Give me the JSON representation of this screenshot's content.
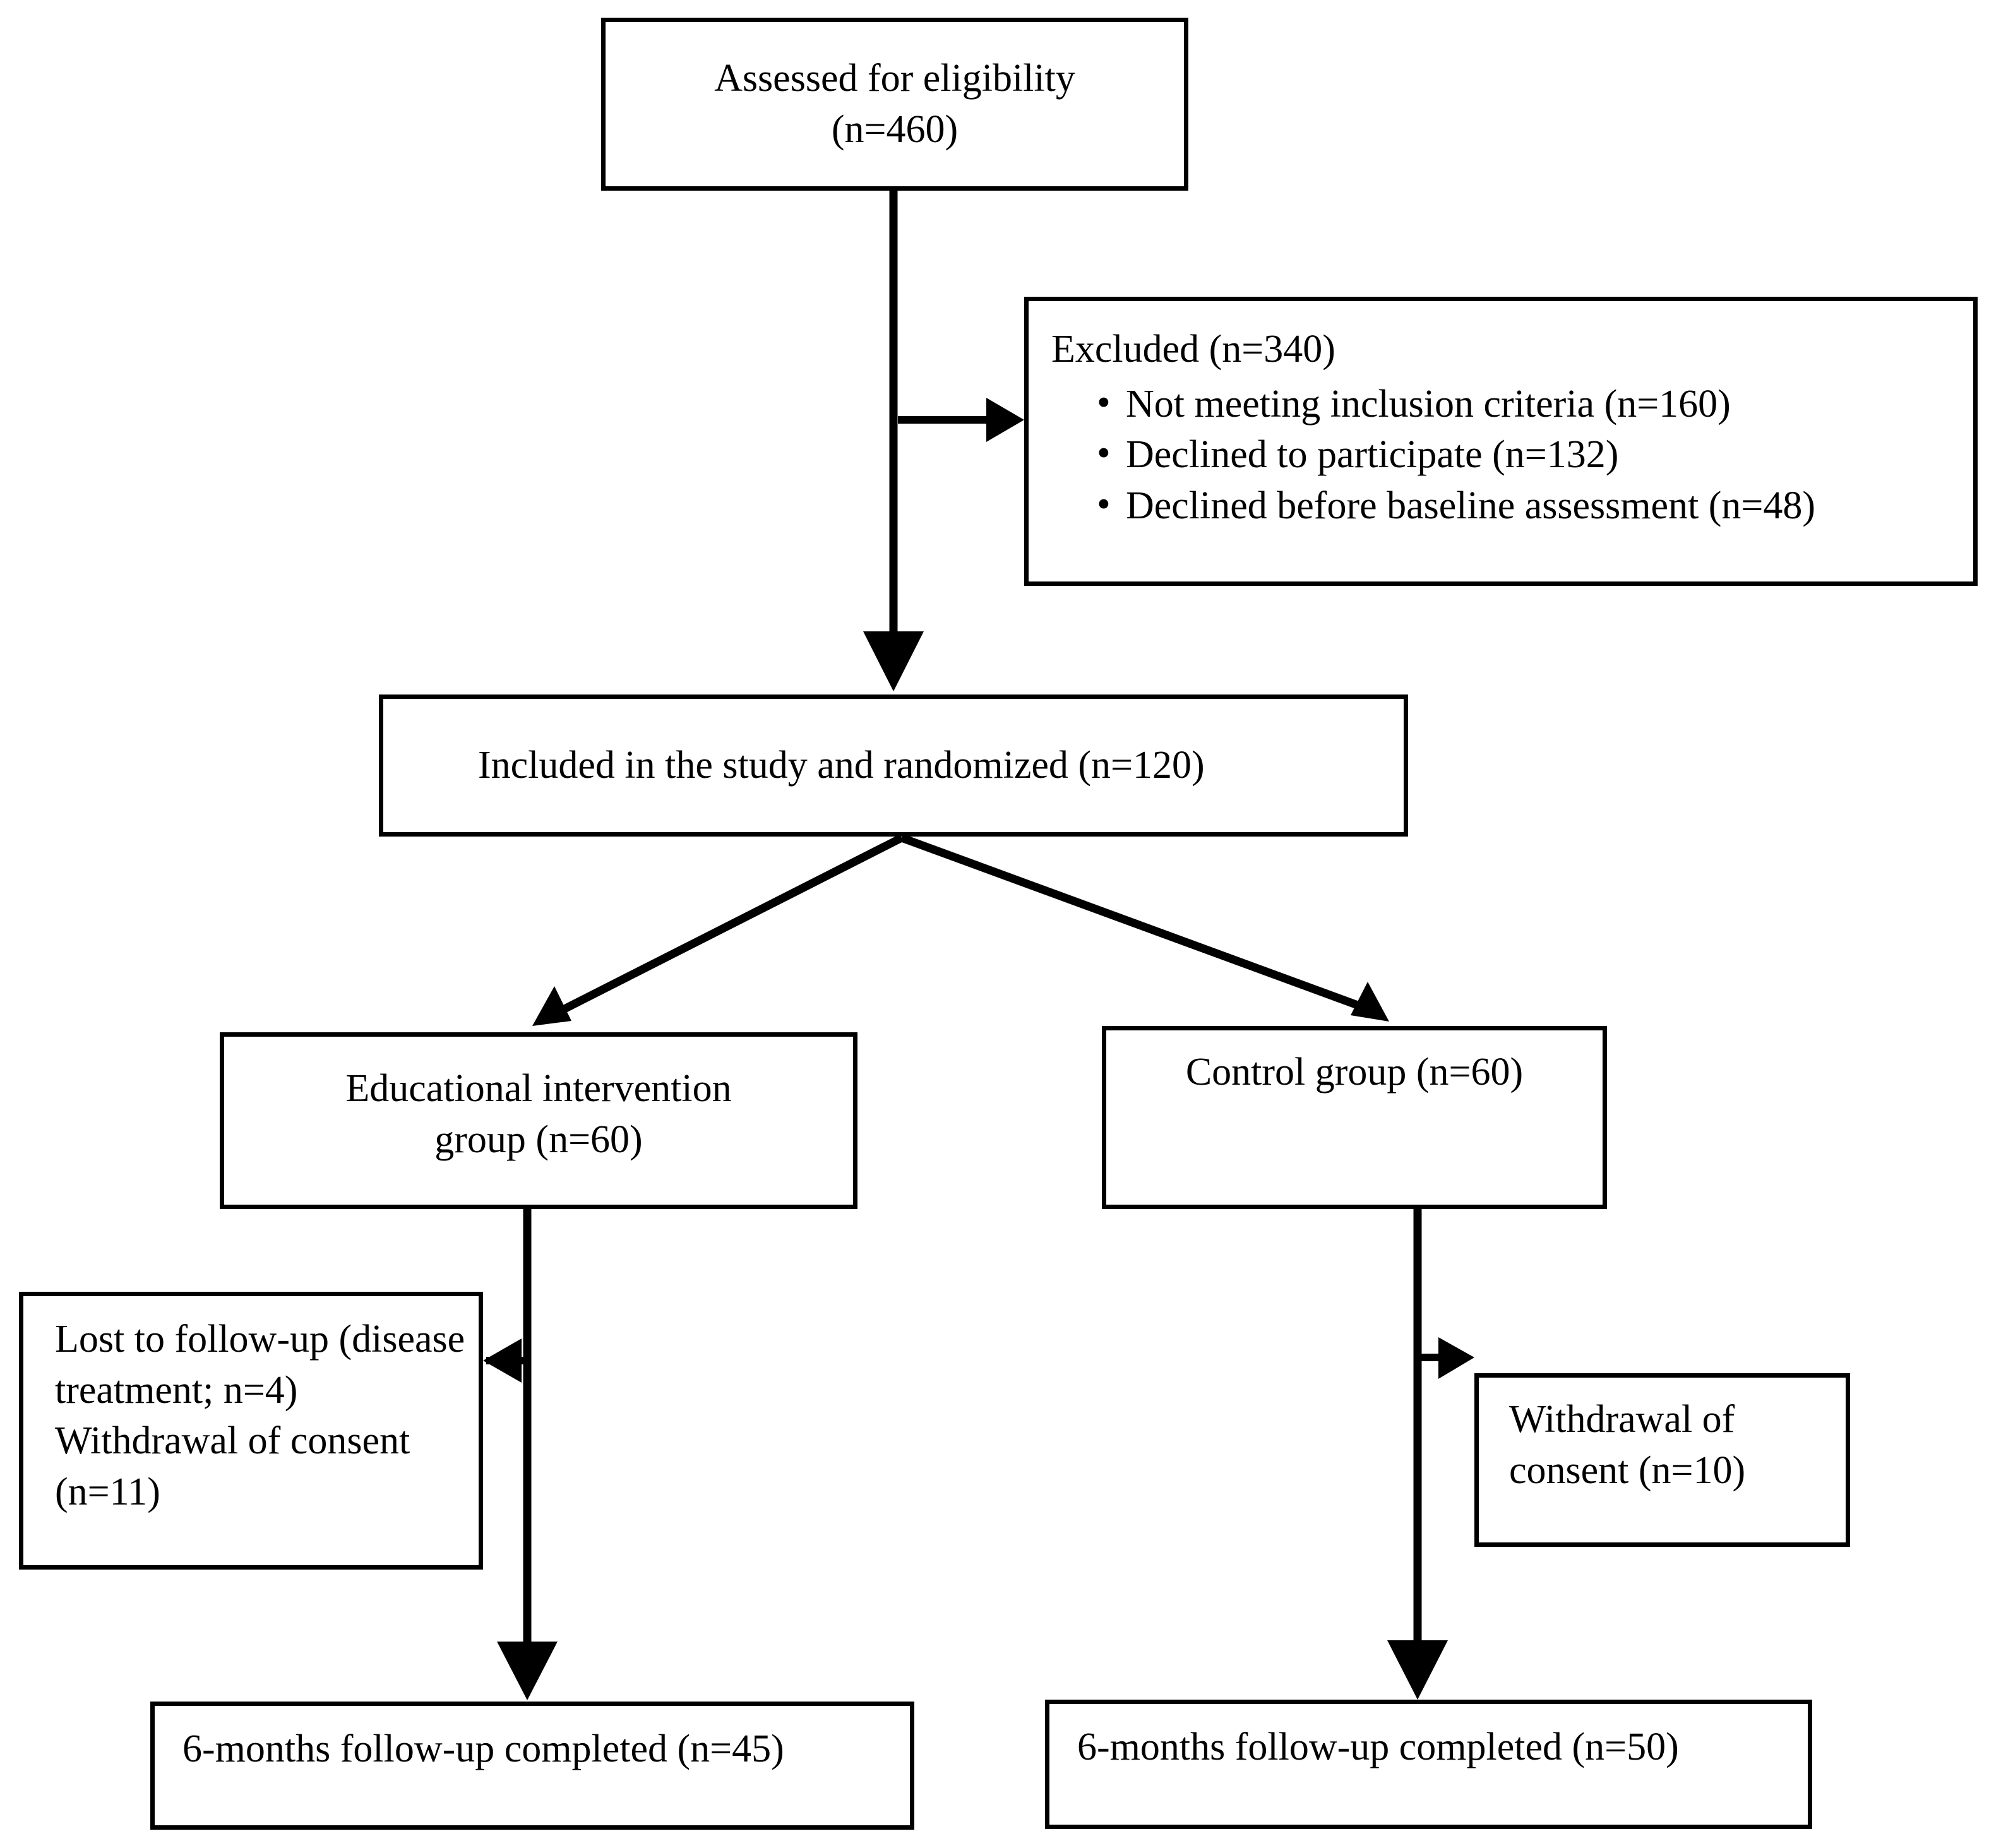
{
  "figure": {
    "type": "consort-flow-diagram",
    "stroke_color": "#000000",
    "background_color": "#ffffff"
  },
  "nodes": {
    "eligibility": {
      "text": "Assessed for eligibility\n(n=460)",
      "count": 460
    },
    "excluded": {
      "heading": "Excluded (n=340)",
      "count": 340,
      "reasons": [
        {
          "label": "Not meeting inclusion criteria (n=160)",
          "count": 160
        },
        {
          "label": "Declined to participate (n=132)",
          "count": 132
        },
        {
          "label": "Declined before baseline assessment (n=48)",
          "count": 48
        }
      ]
    },
    "randomized": {
      "text": "Included in the study and randomized (n=120)",
      "count": 120
    },
    "intervention": {
      "text": "Educational intervention\ngroup (n=60)",
      "count": 60
    },
    "control": {
      "text": "Control group (n=60)",
      "count": 60
    },
    "lost_followup_left": {
      "text": "Lost to follow-up (disease treatment; n=4)\nWithdrawal of consent (n=11)",
      "lost_count": 4,
      "withdrawal_count": 11
    },
    "withdrawal_right": {
      "text": "Withdrawal of consent (n=10)",
      "count": 10
    },
    "followup_left": {
      "text": "6-months follow-up completed (n=45)",
      "count": 45
    },
    "followup_right": {
      "text": "6-months follow-up completed (n=50)",
      "count": 50
    }
  },
  "edges": [
    {
      "name": "eligibility-to-randomized",
      "from": "eligibility",
      "to": "randomized",
      "direction": "down"
    },
    {
      "name": "eligibility-to-excluded",
      "from": "eligibility",
      "to": "excluded",
      "direction": "right"
    },
    {
      "name": "randomized-to-intervention",
      "from": "randomized",
      "to": "intervention",
      "direction": "down-left"
    },
    {
      "name": "randomized-to-control",
      "from": "randomized",
      "to": "control",
      "direction": "down-right"
    },
    {
      "name": "intervention-to-followup",
      "from": "intervention",
      "to": "followup_left",
      "direction": "down"
    },
    {
      "name": "intervention-to-lost",
      "from": "intervention",
      "to": "lost_followup_left",
      "direction": "left"
    },
    {
      "name": "control-to-followup",
      "from": "control",
      "to": "followup_right",
      "direction": "down"
    },
    {
      "name": "control-to-withdrawal",
      "from": "control",
      "to": "withdrawal_right",
      "direction": "right"
    }
  ]
}
